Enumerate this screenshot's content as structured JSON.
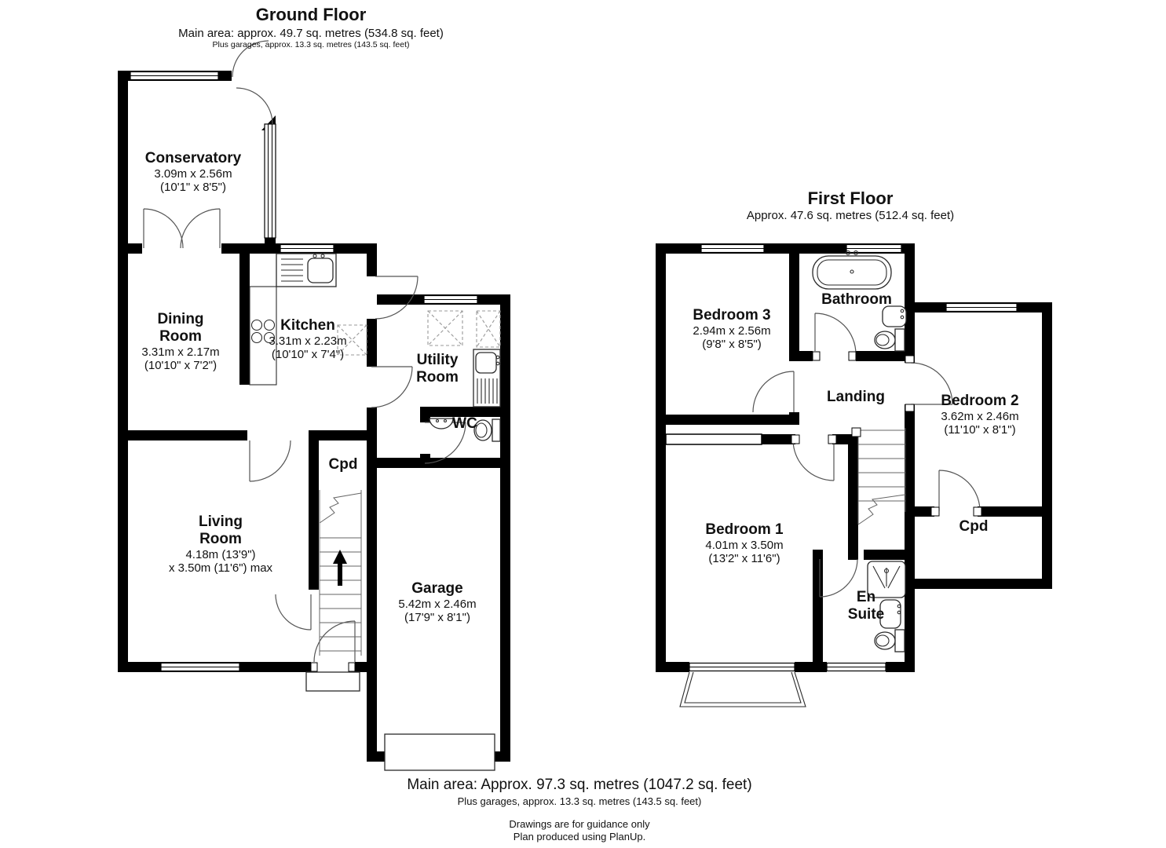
{
  "ground_floor": {
    "title": "Ground Floor",
    "area_line": "Main area: approx. 49.7 sq. metres (534.8 sq. feet)",
    "garage_line": "Plus garages, approx. 13.3 sq. metres (143.5 sq. feet)",
    "rooms": {
      "conservatory": {
        "name": "Conservatory",
        "metric": "3.09m x 2.56m",
        "imperial": "(10'1\" x 8'5\")"
      },
      "dining_room": {
        "name_line1": "Dining",
        "name_line2": "Room",
        "metric": "3.31m x 2.17m",
        "imperial": "(10'10\" x 7'2\")"
      },
      "kitchen": {
        "name": "Kitchen",
        "metric": "3.31m x 2.23m",
        "imperial": "(10'10\" x 7'4\")"
      },
      "utility_room": {
        "name_line1": "Utility",
        "name_line2": "Room"
      },
      "wc": {
        "name": "WC"
      },
      "cupboard": {
        "name": "Cpd"
      },
      "living_room": {
        "name_line1": "Living",
        "name_line2": "Room",
        "metric": "4.18m (13'9\")",
        "imperial": "x 3.50m (11'6\") max"
      },
      "garage": {
        "name": "Garage",
        "metric": "5.42m x 2.46m",
        "imperial": "(17'9\" x 8'1\")"
      }
    }
  },
  "first_floor": {
    "title": "First Floor",
    "area_line": "Approx. 47.6 sq. metres (512.4 sq. feet)",
    "rooms": {
      "bedroom3": {
        "name": "Bedroom 3",
        "metric": "2.94m x 2.56m",
        "imperial": "(9'8\" x 8'5\")"
      },
      "bathroom": {
        "name": "Bathroom"
      },
      "landing": {
        "name": "Landing"
      },
      "bedroom2": {
        "name": "Bedroom 2",
        "metric": "3.62m x 2.46m",
        "imperial": "(11'10\" x 8'1\")"
      },
      "bedroom1": {
        "name": "Bedroom 1",
        "metric": "4.01m x 3.50m",
        "imperial": "(13'2\" x 11'6\")"
      },
      "en_suite": {
        "name_line1": "En",
        "name_line2": "Suite"
      },
      "cupboard": {
        "name": "Cpd"
      }
    }
  },
  "footer": {
    "main_area": "Main area: Approx. 97.3 sq. metres (1047.2 sq. feet)",
    "garage_line": "Plus garages, approx. 13.3 sq. metres (143.5 sq. feet)",
    "guidance": "Drawings are for guidance only",
    "produced": "Plan produced using PlanUp."
  }
}
